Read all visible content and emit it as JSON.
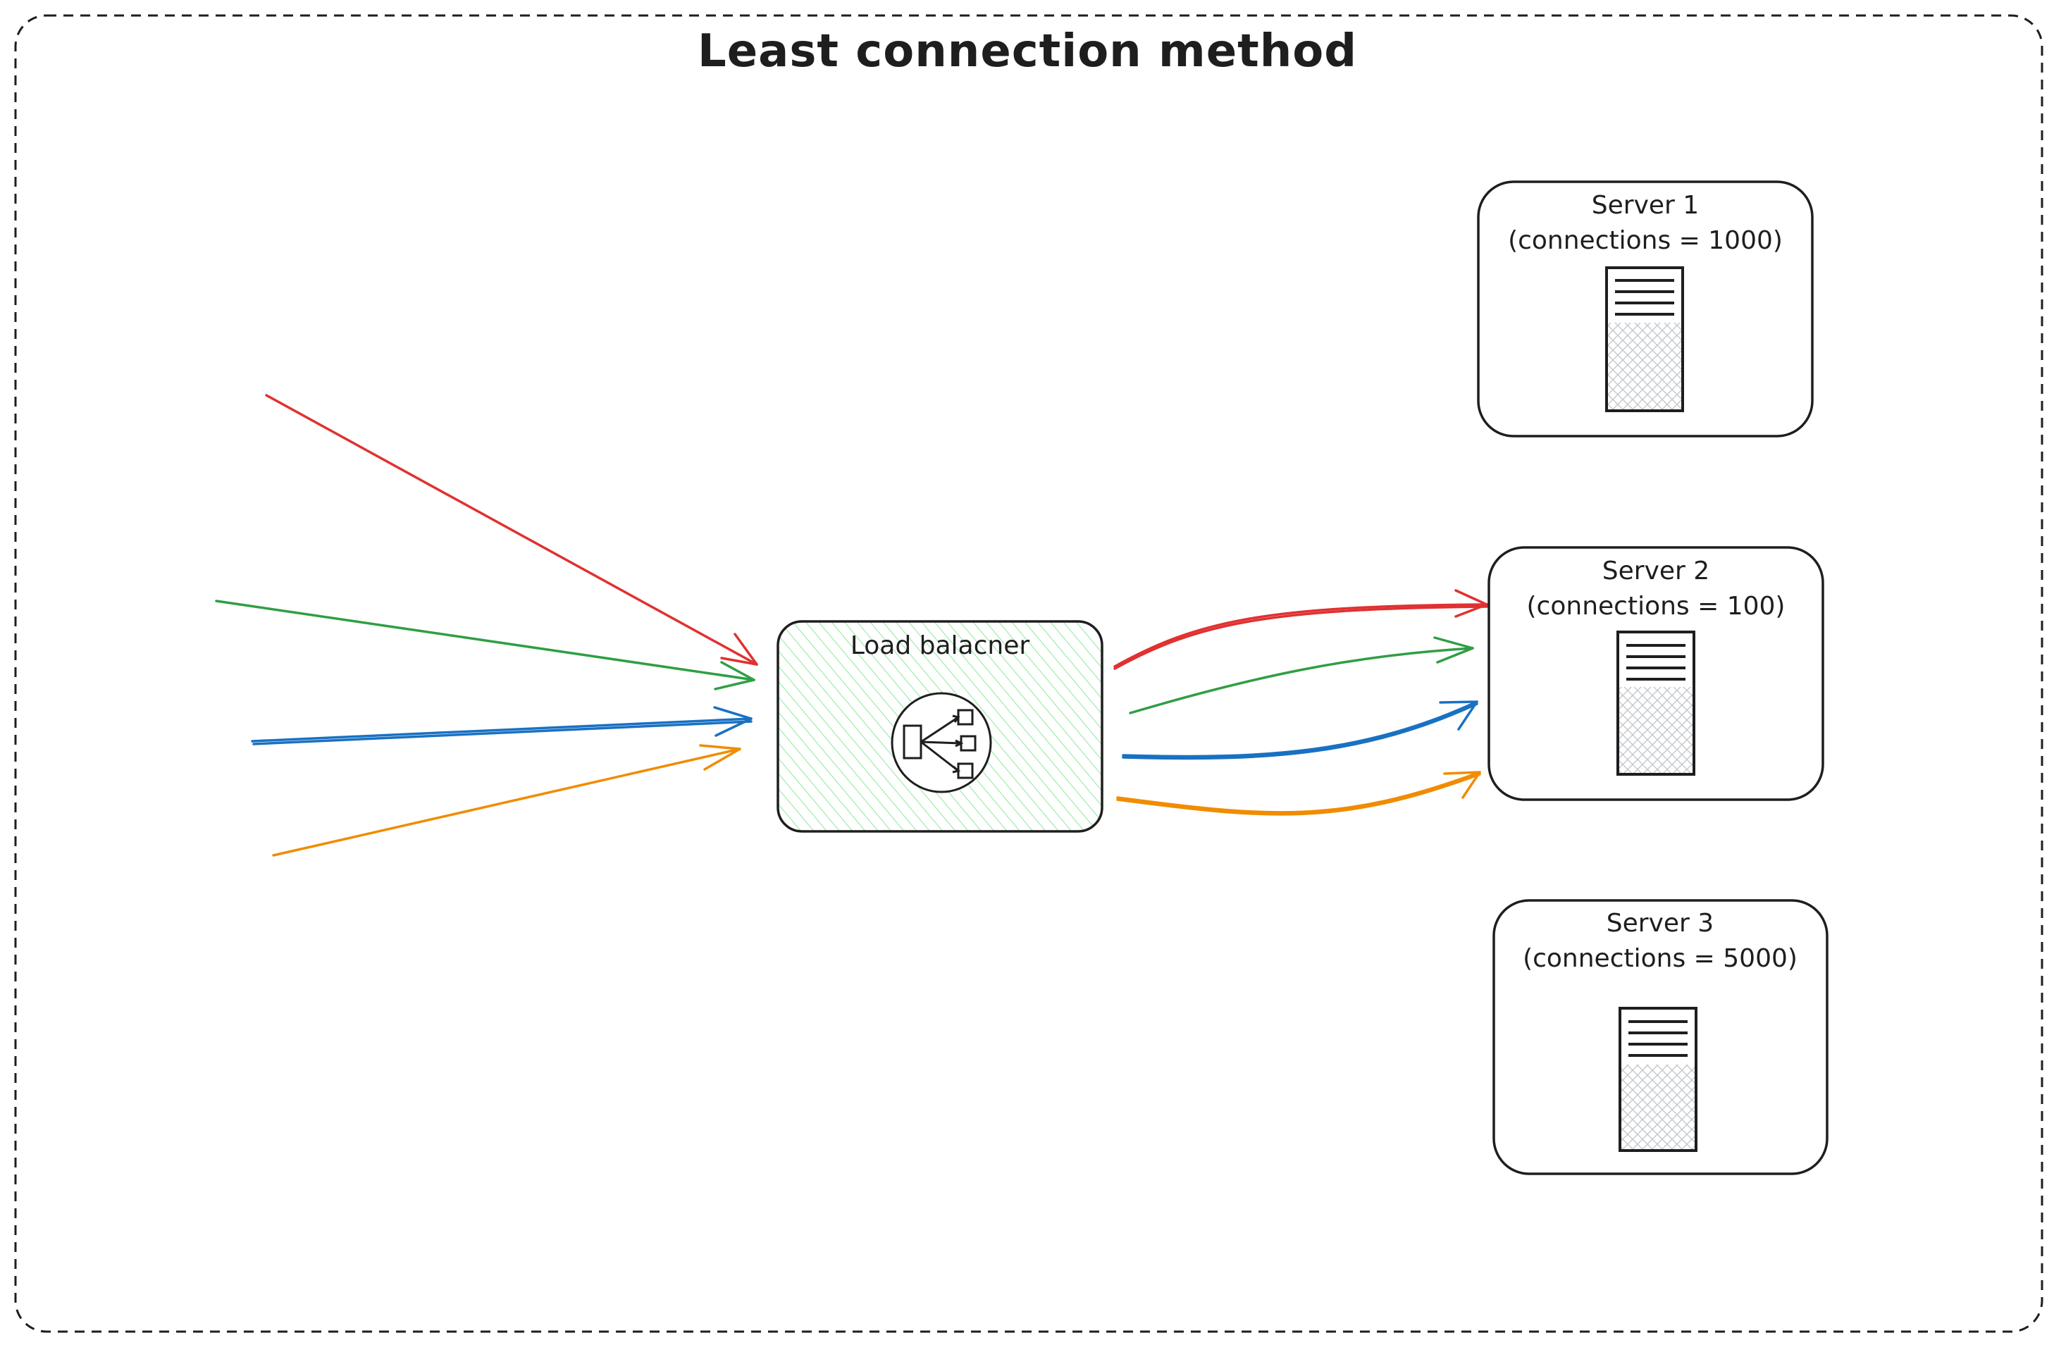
{
  "diagram": {
    "title": "Least connection method",
    "load_balancer": {
      "label": "Load balacner",
      "icon": "load-balancer-icon",
      "fill_color": "#b2f2bb"
    },
    "servers": [
      {
        "name": "Server 1",
        "connections": "(connections = 1000)",
        "icon": "server-rack-icon"
      },
      {
        "name": "Server 2",
        "connections": "(connections = 100)",
        "icon": "server-rack-icon"
      },
      {
        "name": "Server 3",
        "connections": "(connections = 5000)",
        "icon": "server-rack-icon"
      }
    ],
    "arrow_colors": {
      "red": "#e03131",
      "green": "#2f9e44",
      "blue": "#1971c2",
      "orange": "#f08c00"
    },
    "stroke_color": "#1e1e1e"
  }
}
